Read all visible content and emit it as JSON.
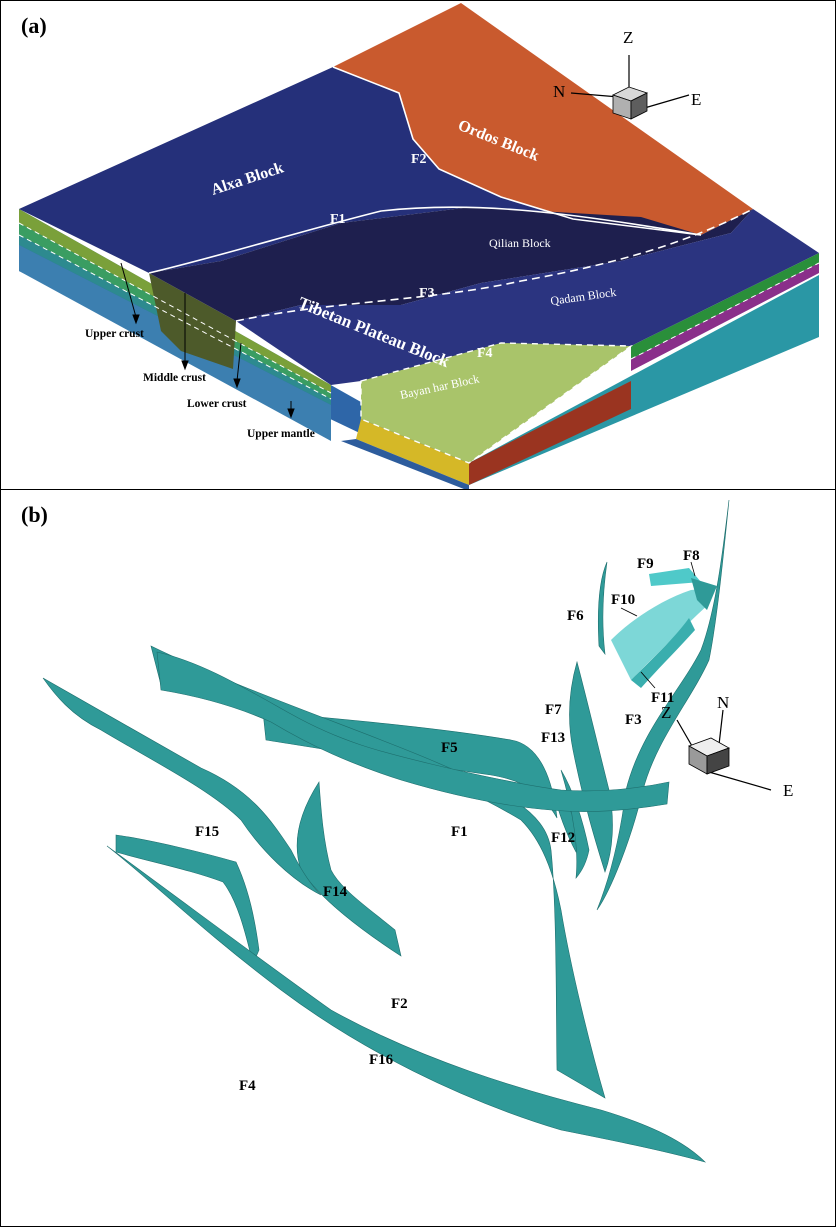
{
  "panel_a": {
    "label": "(a)",
    "blocks": {
      "alxa": "Alxa Block",
      "ordos": "Ordos Block",
      "qilian": "Qilian Block",
      "qadam": "Qadam Block",
      "tibetan": "Tibetan Plateau Block",
      "bayan": "Bayan har Block"
    },
    "faults": [
      "F1",
      "F2",
      "F3",
      "F4"
    ],
    "layers": {
      "upper_crust": "Upper crust",
      "middle_crust": "Middle crust",
      "lower_crust": "Lower crust",
      "upper_mantle": "Upper mantle"
    },
    "axes": {
      "z": "Z",
      "n": "N",
      "e": "E"
    },
    "colors": {
      "alxa": "#25307a",
      "ordos": "#c95a2e",
      "qilian": "#1e1f4e",
      "qadam": "#2b3480",
      "bayan": "#a9c46a"
    }
  },
  "panel_b": {
    "label": "(b)",
    "faults": {
      "f1": "F1",
      "f2": "F2",
      "f3": "F3",
      "f4": "F4",
      "f5": "F5",
      "f6": "F6",
      "f7": "F7",
      "f8": "F8",
      "f9": "F9",
      "f10": "F10",
      "f11": "F11",
      "f12": "F12",
      "f13": "F13",
      "f14": "F14",
      "f15": "F15",
      "f16": "F16"
    },
    "axes": {
      "z": "Z",
      "n": "N",
      "e": "E"
    },
    "colors": {
      "fault_surface": "#2f9a98",
      "fault_light": "#6fd3d3"
    }
  }
}
